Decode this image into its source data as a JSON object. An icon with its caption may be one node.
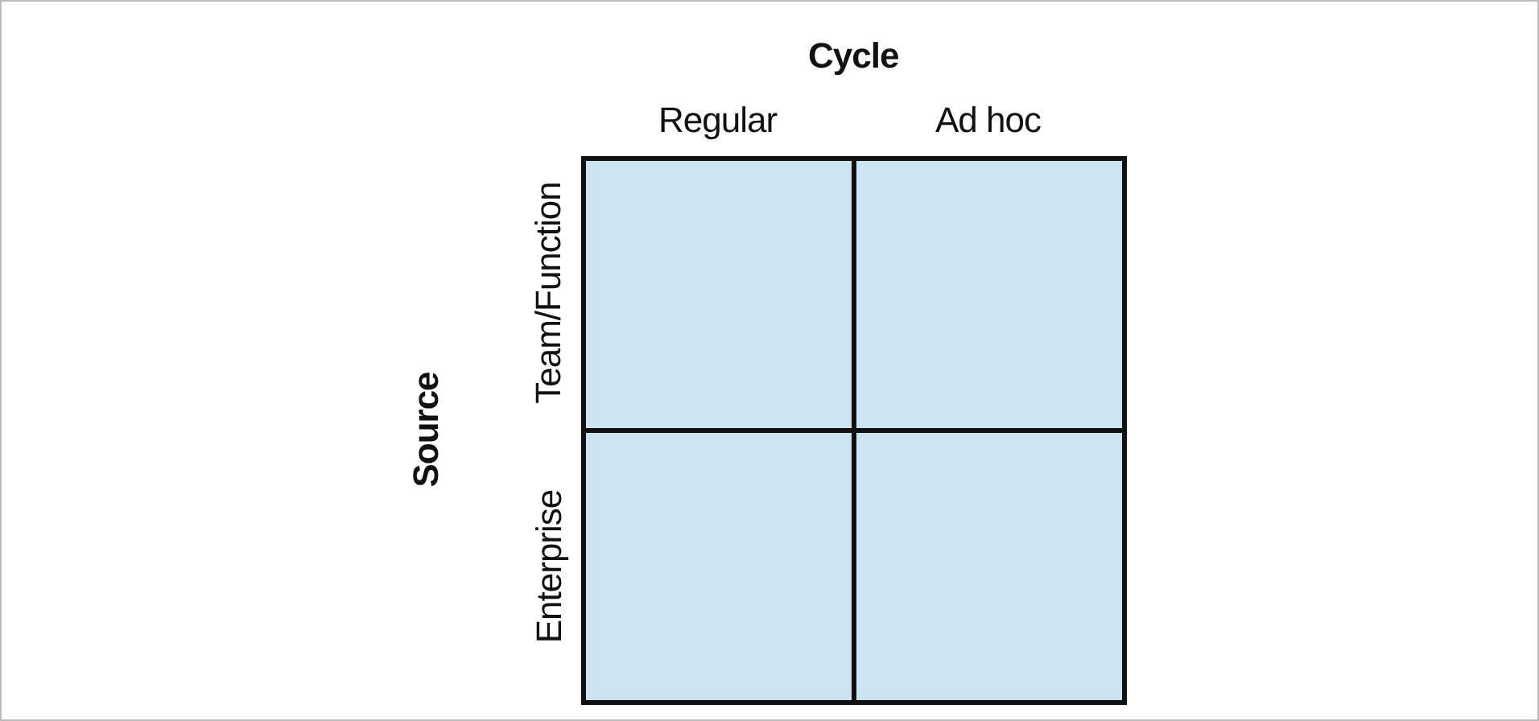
{
  "diagram": {
    "nodes": [
      {
        "text": [],
        "shape": "box"
      },
      {
        "text": [],
        "shape": "box"
      },
      {
        "text": [],
        "shape": "box"
      },
      {
        "text": [],
        "shape": "box"
      }
    ],
    "edges": [],
    "labels": [
      "Cycle",
      "Regular",
      "Ad hoc",
      "Source",
      "Team/Function",
      "Enterprise"
    ]
  }
}
